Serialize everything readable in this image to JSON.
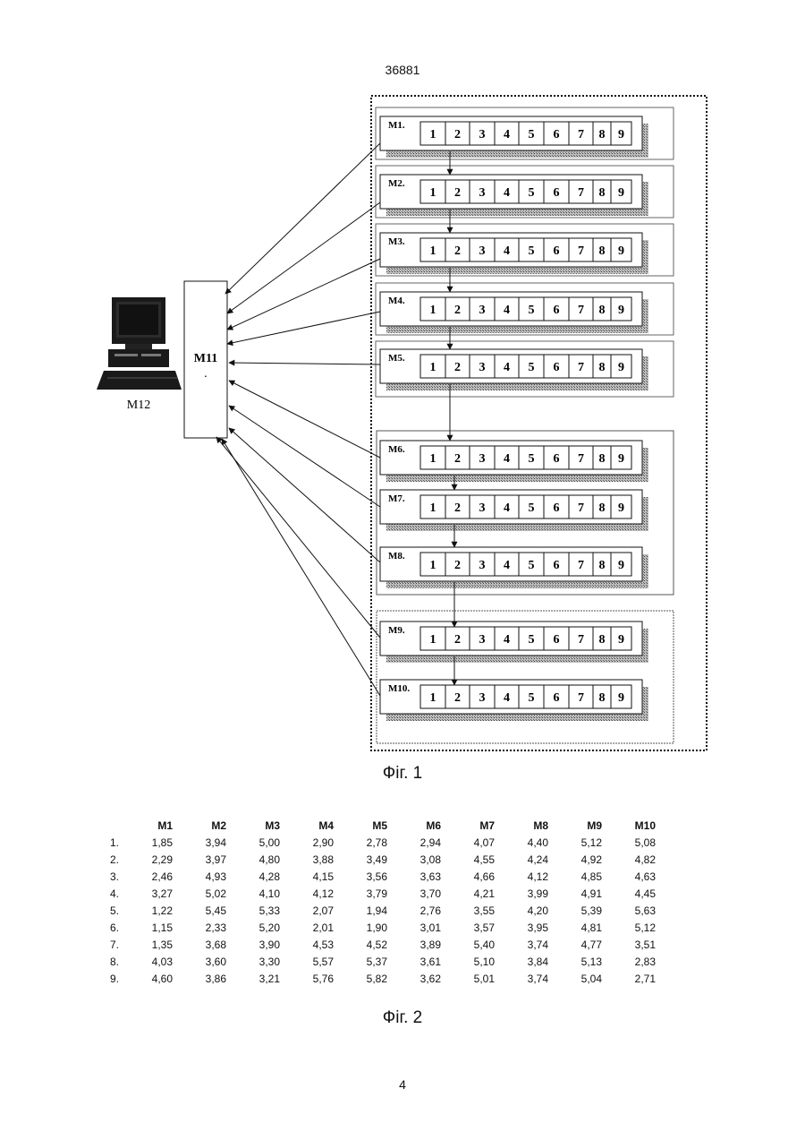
{
  "page": {
    "patent_number": "36881",
    "fig1_caption": "Фiг. 1",
    "fig2_caption": "Фiг. 2",
    "page_number": "4"
  },
  "diagram": {
    "computer_label": "M12",
    "hub_label": "M11",
    "cell_numbers": [
      "1",
      "2",
      "3",
      "4",
      "5",
      "6",
      "7",
      "8",
      "9"
    ],
    "modules": [
      "M1.",
      "M2.",
      "M3.",
      "M4.",
      "M5.",
      "M6.",
      "M7.",
      "M8.",
      "M9.",
      "M10."
    ]
  },
  "table": {
    "columns": [
      "M1",
      "M2",
      "M3",
      "M4",
      "M5",
      "M6",
      "M7",
      "M8",
      "M9",
      "M10"
    ],
    "rows": [
      {
        "label": "1.",
        "values": [
          "1,85",
          "3,94",
          "5,00",
          "2,90",
          "2,78",
          "2,94",
          "4,07",
          "4,40",
          "5,12",
          "5,08"
        ]
      },
      {
        "label": "2.",
        "values": [
          "2,29",
          "3,97",
          "4,80",
          "3,88",
          "3,49",
          "3,08",
          "4,55",
          "4,24",
          "4,92",
          "4,82"
        ]
      },
      {
        "label": "3.",
        "values": [
          "2,46",
          "4,93",
          "4,28",
          "4,15",
          "3,56",
          "3,63",
          "4,66",
          "4,12",
          "4,85",
          "4,63"
        ]
      },
      {
        "label": "4.",
        "values": [
          "3,27",
          "5,02",
          "4,10",
          "4,12",
          "3,79",
          "3,70",
          "4,21",
          "3,99",
          "4,91",
          "4,45"
        ]
      },
      {
        "label": "5.",
        "values": [
          "1,22",
          "5,45",
          "5,33",
          "2,07",
          "1,94",
          "2,76",
          "3,55",
          "4,20",
          "5,39",
          "5,63"
        ]
      },
      {
        "label": "6.",
        "values": [
          "1,15",
          "2,33",
          "5,20",
          "2,01",
          "1,90",
          "3,01",
          "3,57",
          "3,95",
          "4,81",
          "5,12"
        ]
      },
      {
        "label": "7.",
        "values": [
          "1,35",
          "3,68",
          "3,90",
          "4,53",
          "4,52",
          "3,89",
          "5,40",
          "3,74",
          "4,77",
          "3,51"
        ]
      },
      {
        "label": "8.",
        "values": [
          "4,03",
          "3,60",
          "3,30",
          "5,57",
          "5,37",
          "3,61",
          "5,10",
          "3,84",
          "5,13",
          "2,83"
        ]
      },
      {
        "label": "9.",
        "values": [
          "4,60",
          "3,86",
          "3,21",
          "5,76",
          "5,82",
          "3,62",
          "5,01",
          "3,74",
          "5,04",
          "2,71"
        ]
      }
    ]
  }
}
